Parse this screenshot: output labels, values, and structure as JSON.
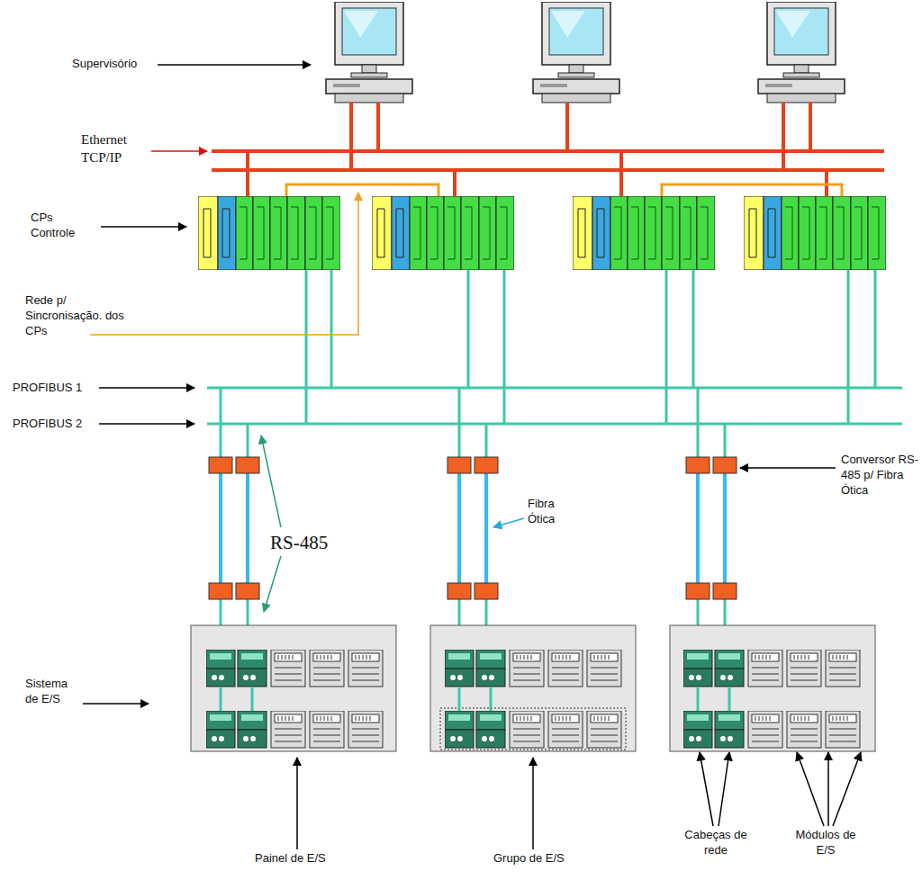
{
  "diagram": {
    "labels": [
      "Supervisório",
      "Ethernet TCP/IP",
      "CPs Controle",
      "Rede p/ Sincronisação. dos CPs",
      "PROFIBUS 1",
      "PROFIBUS 2",
      "RS-485",
      "Fibra Ótica",
      "Conversor RS-485 p/ Fibra Ótica",
      "Sistema de E/S",
      "Painel de E/S",
      "Grupo de E/S",
      "Cabeças de rede",
      "Módulos de E/S"
    ]
  }
}
